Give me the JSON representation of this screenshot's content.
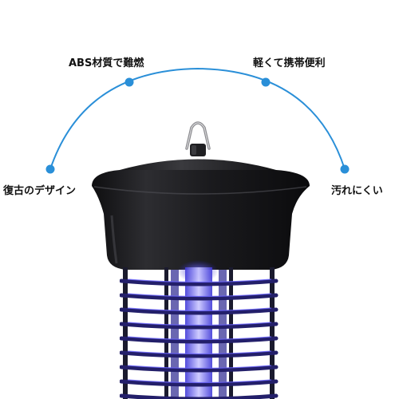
{
  "features": {
    "top_left": "ABS材質で難燃",
    "top_right": "軽くて携帯便利",
    "middle_left": "復古のデザイン",
    "middle_right": "汚れにくい"
  },
  "colors": {
    "background": "#ffffff",
    "arc": "#2a8fd8",
    "dot": "#2a8fd8",
    "lamp_body": "#1c1c1e",
    "grid": "#1e1a55",
    "uv_glow": "#5b56ff",
    "label_text": "#111111"
  },
  "icons": {
    "product": "bug-zapper-lamp-image",
    "markers": "feature-dot-icon"
  }
}
